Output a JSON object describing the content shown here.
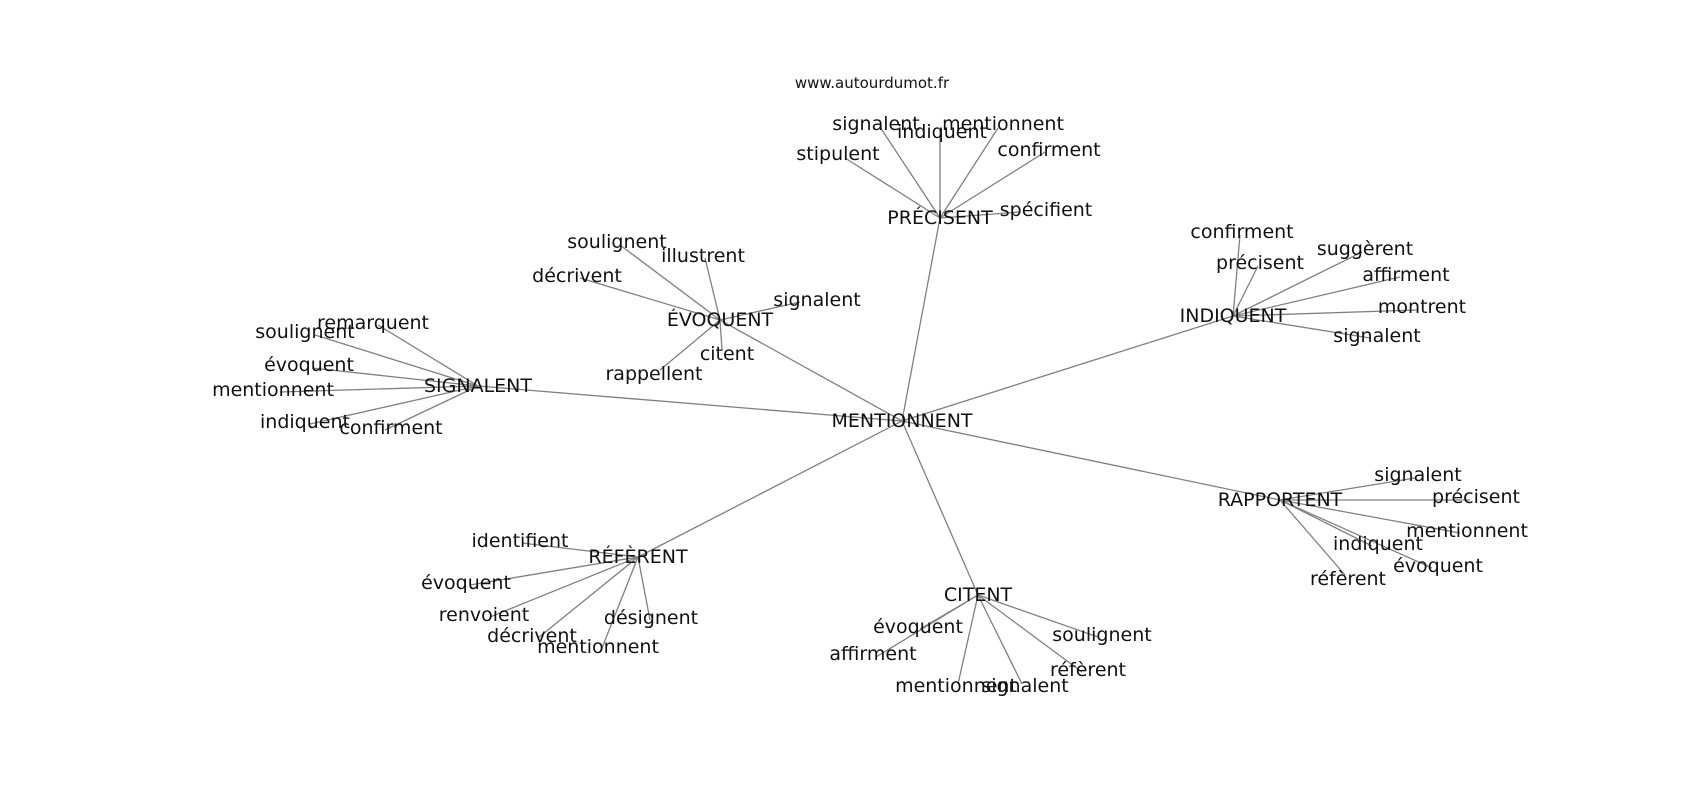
{
  "source": "www.autourdumot.fr",
  "center": "MENTIONNENT",
  "clusters": [
    {
      "hub": "PRÉCISENT",
      "leaves": [
        "signalent",
        "indiquent",
        "mentionnent",
        "confirment",
        "stipulent",
        "spécifient"
      ]
    },
    {
      "hub": "INDIQUENT",
      "leaves": [
        "confirment",
        "précisent",
        "suggèrent",
        "affirment",
        "montrent",
        "signalent"
      ]
    },
    {
      "hub": "ÉVOQUENT",
      "leaves": [
        "soulignent",
        "illustrent",
        "décrivent",
        "signalent",
        "citent",
        "rappellent"
      ]
    },
    {
      "hub": "SIGNALENT",
      "leaves": [
        "remarquent",
        "soulignent",
        "évoquent",
        "mentionnent",
        "indiquent",
        "confirment"
      ]
    },
    {
      "hub": "RAPPORTENT",
      "leaves": [
        "signalent",
        "précisent",
        "mentionnent",
        "indiquent",
        "évoquent",
        "réfèrent"
      ]
    },
    {
      "hub": "RÉFÈRENT",
      "leaves": [
        "identifient",
        "évoquent",
        "renvoient",
        "décrivent",
        "mentionnent",
        "désignent"
      ]
    },
    {
      "hub": "CITENT",
      "leaves": [
        "évoquent",
        "affirment",
        "mentionnent",
        "signalent",
        "réfèrent",
        "soulignent"
      ]
    }
  ]
}
